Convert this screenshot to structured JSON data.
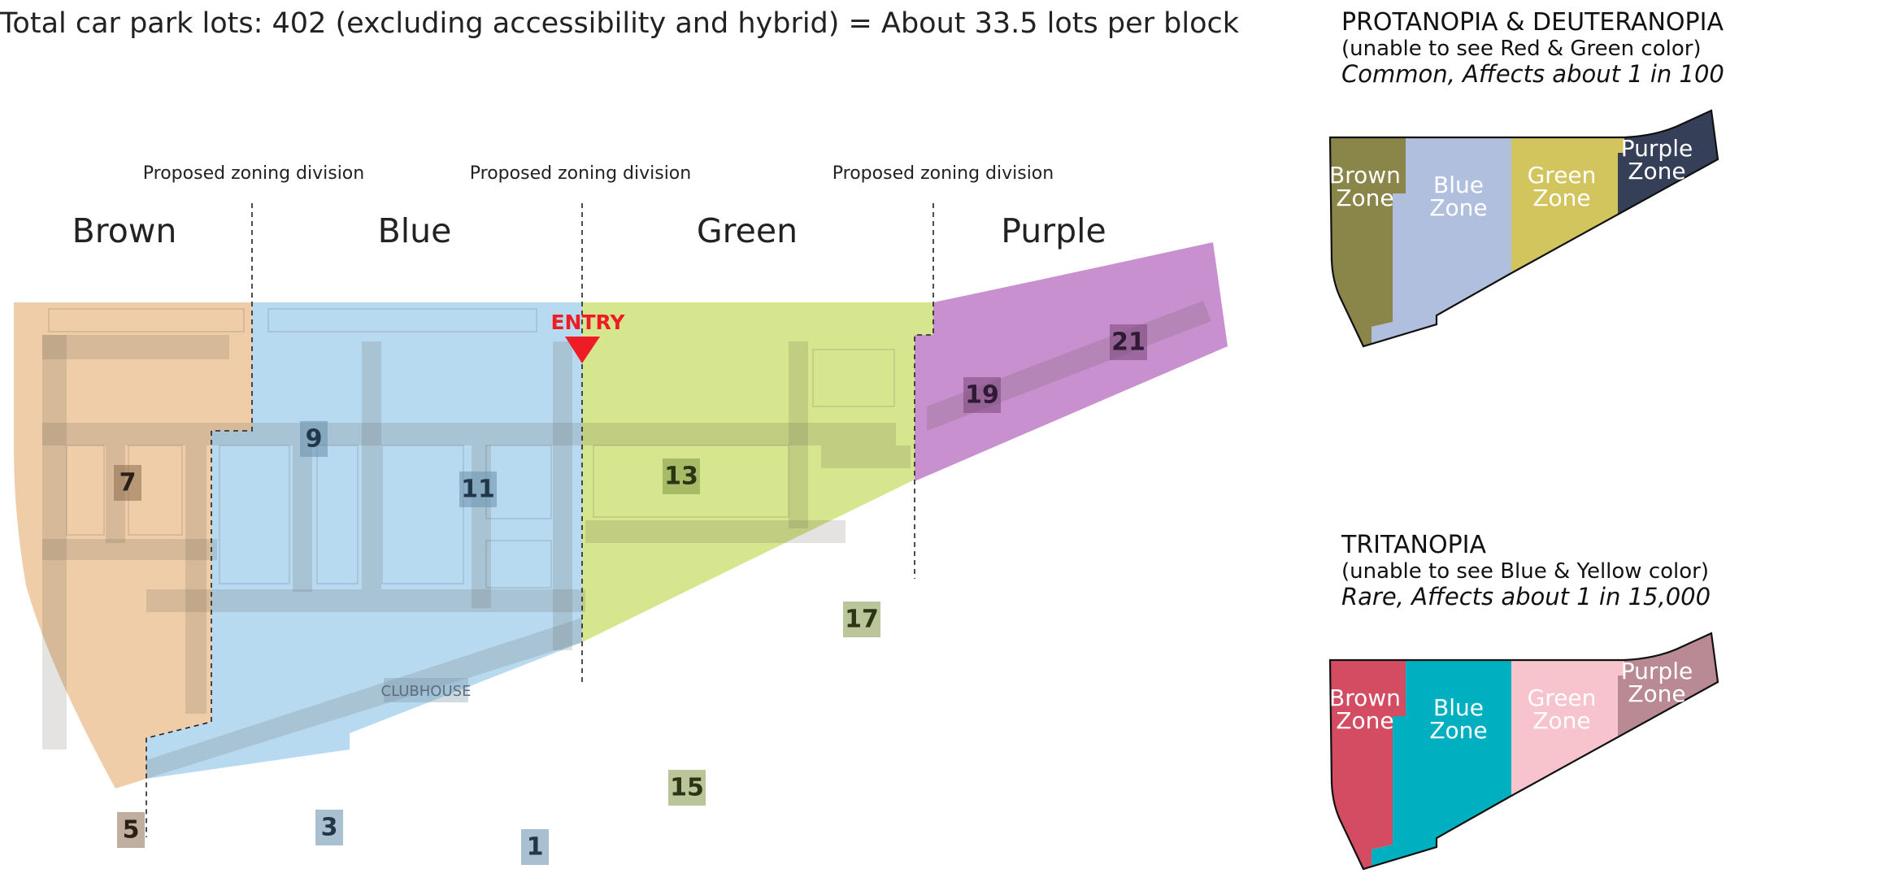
{
  "title": "Total car park lots: 402 (excluding accessibility and hybrid) = About 33.5 lots per block",
  "map": {
    "division_labels": [
      "Proposed zoning division",
      "Proposed zoning division",
      "Proposed zoning division"
    ],
    "zones": [
      {
        "name": "Brown",
        "color": "#efcda9"
      },
      {
        "name": "Blue",
        "color": "#b8daf0"
      },
      {
        "name": "Green",
        "color": "#d6e68e"
      },
      {
        "name": "Purple",
        "color": "#c990cf"
      }
    ],
    "entry_label": "ENTRY",
    "entry_color": "#ee1c25",
    "clubhouse_label": "CLUBHOUSE",
    "blocks": [
      "7",
      "9",
      "11",
      "13",
      "17",
      "15",
      "1",
      "3",
      "5",
      "19",
      "21"
    ]
  },
  "protanopia": {
    "heading": "PROTANOPIA & DEUTERANOPIA",
    "subtitle": "(unable to see Red & Green color)",
    "frequency": "Common, Affects about 1 in 100",
    "zones": [
      {
        "line1": "Brown",
        "line2": "Zone",
        "color": "#8a8548"
      },
      {
        "line1": "Blue",
        "line2": "Zone",
        "color": "#b1bfdf"
      },
      {
        "line1": "Green",
        "line2": "Zone",
        "color": "#d2c55d"
      },
      {
        "line1": "Purple",
        "line2": "Zone",
        "color": "#354058"
      }
    ]
  },
  "tritanopia": {
    "heading": "TRITANOPIA",
    "subtitle": "(unable to see Blue & Yellow color)",
    "frequency": "Rare, Affects about 1 in 15,000",
    "zones": [
      {
        "line1": "Brown",
        "line2": "Zone",
        "color": "#d34c62"
      },
      {
        "line1": "Blue",
        "line2": "Zone",
        "color": "#00b0c0"
      },
      {
        "line1": "Green",
        "line2": "Zone",
        "color": "#f7c3cd"
      },
      {
        "line1": "Purple",
        "line2": "Zone",
        "color": "#b98a93"
      }
    ]
  }
}
